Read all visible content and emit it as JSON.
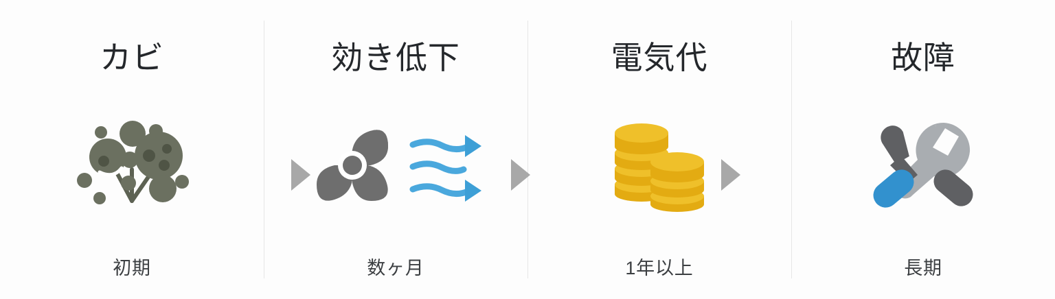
{
  "infographic": {
    "background_color": "#fdfdfd",
    "divider_color": "#e6e6e6",
    "connector_color": "#a8a8a8",
    "title_color": "#24272b",
    "caption_color": "#3c3f42",
    "stages": [
      {
        "title": "カビ",
        "caption": "初期",
        "icon": "mold-icon",
        "icon_colors": {
          "primary": "#6b7060",
          "stem": "#5d6253",
          "spot": "#555a4b"
        }
      },
      {
        "title": "効き低下",
        "caption": "数ヶ月",
        "icon": "fan-airflow-icon",
        "icon_colors": {
          "fan": "#6e6e6e",
          "airflow": "#4aa8dd",
          "airflow_light": "#7fc6ea"
        }
      },
      {
        "title": "電気代",
        "caption": "1年以上",
        "icon": "coin-stacks-icon",
        "icon_colors": {
          "coin_top": "#efc02a",
          "coin_body": "#e3ab12",
          "coin_edge": "#d79f0c"
        }
      },
      {
        "title": "故障",
        "caption": "長期",
        "icon": "wrench-screwdriver-icon",
        "icon_colors": {
          "wrench": "#a9adb1",
          "handle_dark": "#5f6063",
          "handle_blue": "#3291ce"
        }
      }
    ],
    "connectors": [
      {
        "name": "arrow-1"
      },
      {
        "name": "arrow-2"
      },
      {
        "name": "arrow-3"
      }
    ]
  }
}
